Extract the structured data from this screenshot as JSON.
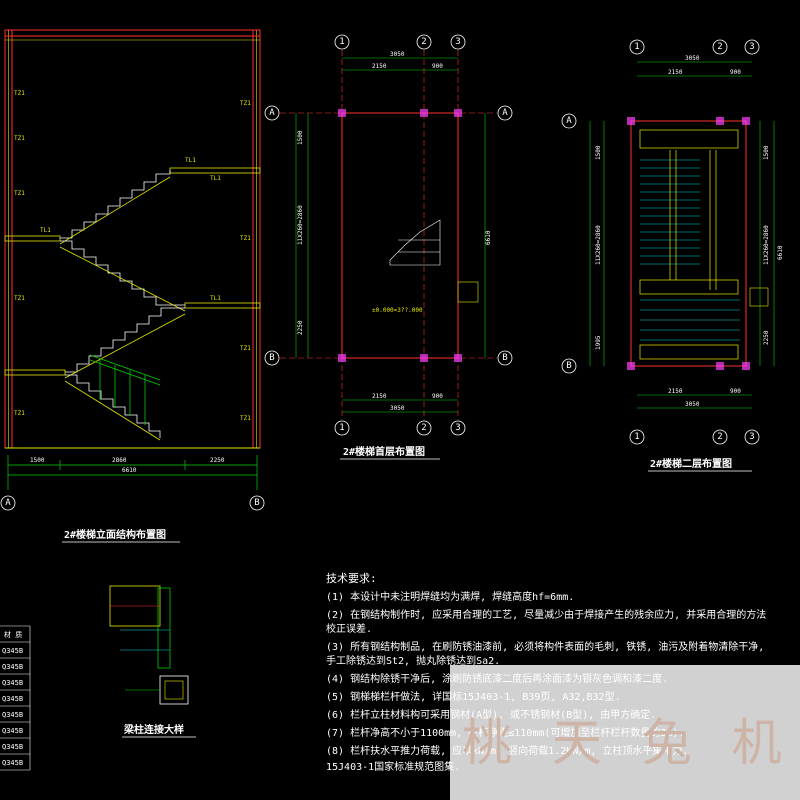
{
  "drawings": {
    "elevation": {
      "title": "2#楼梯立面结构布置图",
      "dims": [
        "1500",
        "2860",
        "2250",
        "6610"
      ],
      "axes": [
        "A",
        "B"
      ],
      "labels": [
        "TL1",
        "TL1",
        "TL1",
        "TL1",
        "TZ1",
        "TZ1",
        "TZ1",
        "TZ1",
        "TZ1",
        "TZ1",
        "TZ1",
        "TZ1",
        "TZ1"
      ]
    },
    "plan1": {
      "title": "2#楼梯首层布置图",
      "axes_top": [
        "1",
        "2",
        "3"
      ],
      "axes_side": [
        "A",
        "B"
      ],
      "dims_top": [
        "3050",
        "2150",
        "900"
      ],
      "dims_bottom": [
        "900",
        "2150",
        "3050"
      ],
      "dims_left": [
        "1500",
        "11X260=2860",
        "2250"
      ],
      "dims_right": [
        "6610"
      ],
      "elev_label": "±0.000=3??.000"
    },
    "plan2": {
      "title": "2#楼梯二层布置图",
      "axes_top": [
        "1",
        "2",
        "3"
      ],
      "axes_side": [
        "A",
        "B"
      ],
      "dims_top": [
        "3050",
        "2150",
        "900"
      ],
      "dims_bottom": [
        "2150",
        "900",
        "3050"
      ],
      "dims_left": [
        "1500",
        "11X260=2860",
        "1995"
      ],
      "dims_right": [
        "1500",
        "11X260=2860",
        "2250",
        "6610"
      ]
    },
    "detail": {
      "title": "梁柱连接大样"
    },
    "table": {
      "header": "材 质",
      "rows": [
        "Q345B",
        "Q345B",
        "Q345B",
        "Q345B",
        "Q345B",
        "Q345B",
        "Q345B",
        "Q345B"
      ]
    }
  },
  "notes": {
    "heading": "技术要求:",
    "items": [
      "(1)  本设计中未注明焊缝均为满焊, 焊缝高度hf=6mm.",
      "(2)  在钢结构制作时, 应采用合理的工艺, 尽量减少由于焊接产生的残余应力, 并采用合理的方法",
      "      校正误差.",
      "(3)  所有钢结构制品, 在刷防锈油漆前, 必须将构件表面的毛刺, 铁锈, 油污及附着物清除干净,",
      "      手工除锈达到St2, 抛丸除锈达到Sa2.",
      "(4)  钢结构除锈干净后, 涂刷防锈底漆二度后再涂面漆为银灰色调和漆二度.",
      "(5)  钢梯梯栏杆做法, 详国标15J403-1, B39页, A32,B32型.",
      "(6)  栏杆立柱材料构可采用钢材(A型), 或不锈钢材(B型), 由甲方确定.",
      "(7)  栏杆净高不小于1100mm, 栏杆净距≤110mm(可增加至栏杆栏杆数量的3%).",
      "(8)  栏杆扶水平推力荷载, 应以kN/m, 竖向荷载1.2KN/m, 立柱顶水平集中力.",
      "      15J403-1国家标准规范图集."
    ]
  },
  "watermark": "桃 天 兔 机",
  "colors": {
    "background": "#000000",
    "yellow": "#e8e800",
    "red": "#ff3030",
    "green": "#00d000",
    "cyan": "#00d8d8",
    "white": "#ffffff",
    "magenta": "#ff40ff"
  }
}
